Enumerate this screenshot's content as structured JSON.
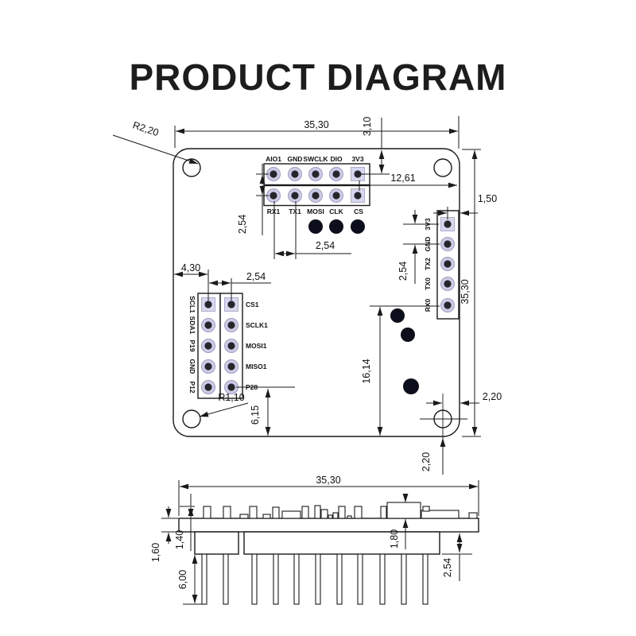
{
  "title": "PRODUCT DIAGRAM",
  "top_view": {
    "headers": {
      "top": {
        "row1": [
          "AIO1",
          "GND",
          "SWCLK",
          "DIO",
          "3V3"
        ],
        "row2": [
          "RX1",
          "TX1",
          "MOSI",
          "CLK",
          "CS"
        ]
      },
      "right": {
        "labels": [
          "3V3",
          "GND",
          "TX2",
          "TX0",
          "RX0"
        ]
      },
      "left": {
        "col1": [
          "SCL1",
          "SDA1",
          "P19",
          "GND",
          "P12"
        ],
        "col2": [
          "CS1",
          "SCLK1",
          "MOSI1",
          "MISO1",
          "P28"
        ]
      }
    },
    "dims": {
      "board_width": "35,30",
      "pin_row_offset": "3,10",
      "corner_radius": "R2,20",
      "pin_to_edge": "12,61",
      "right_header_edge_gap": "1,50",
      "right_header_pitch": "2,54",
      "board_height": "35,30",
      "top_header_row_pitch": "2,54",
      "top_header_col_pitch": "2,54",
      "left_header_edge_gap": "4,30",
      "left_header_col_pitch": "2,54",
      "lower_span": "16,14",
      "hole_edge_gap_x": "2,20",
      "hole_radius": "R1,10",
      "header_bottom_offset": "6,15",
      "hole_edge_gap_y": "2,20"
    }
  },
  "side_view": {
    "dims": {
      "board_width": "35,30",
      "component_height": "1,40",
      "pcb_thickness": "1,60",
      "pin_length": "6,00",
      "module_height": "1,80",
      "header_height": "2,54"
    }
  },
  "colors": {
    "line": "#1a1a1a",
    "pad_ring": "#cbcbe8",
    "pad_square": "#d7d7f0",
    "pad_center": "#26262a",
    "via_dot": "#0c0e1c"
  }
}
